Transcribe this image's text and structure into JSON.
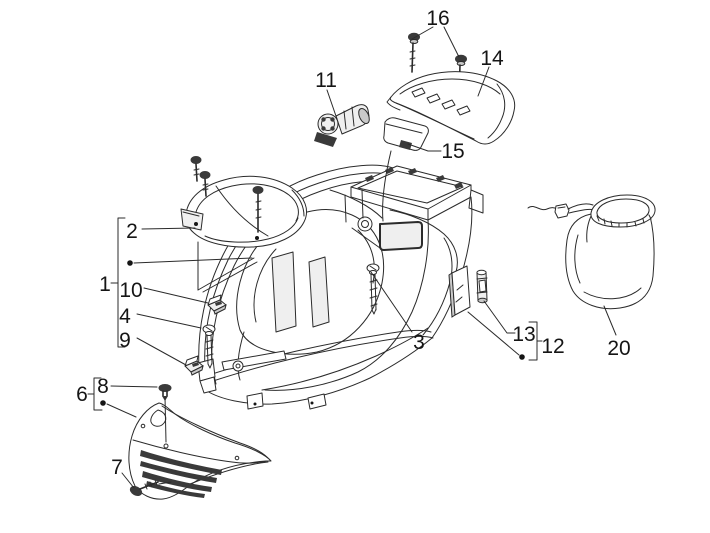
{
  "diagram": {
    "background": "#ffffff",
    "colors": {
      "line": "#2b2b2b",
      "dark_fill": "#3a3a3a",
      "shade_fill": "#efefef",
      "label": "#151515"
    },
    "callouts": {
      "c1": {
        "label": "1"
      },
      "c2": {
        "label": "2"
      },
      "c3": {
        "label": "3"
      },
      "c4": {
        "label": "4"
      },
      "c6": {
        "label": "6"
      },
      "c7": {
        "label": "7"
      },
      "c8": {
        "label": "8"
      },
      "c9": {
        "label": "9"
      },
      "c10": {
        "label": "10"
      },
      "c11": {
        "label": "11"
      },
      "c12": {
        "label": "12"
      },
      "c13": {
        "label": "13"
      },
      "c14": {
        "label": "14"
      },
      "c15": {
        "label": "15"
      },
      "c16": {
        "label": "16"
      },
      "c20": {
        "label": "20"
      }
    }
  }
}
